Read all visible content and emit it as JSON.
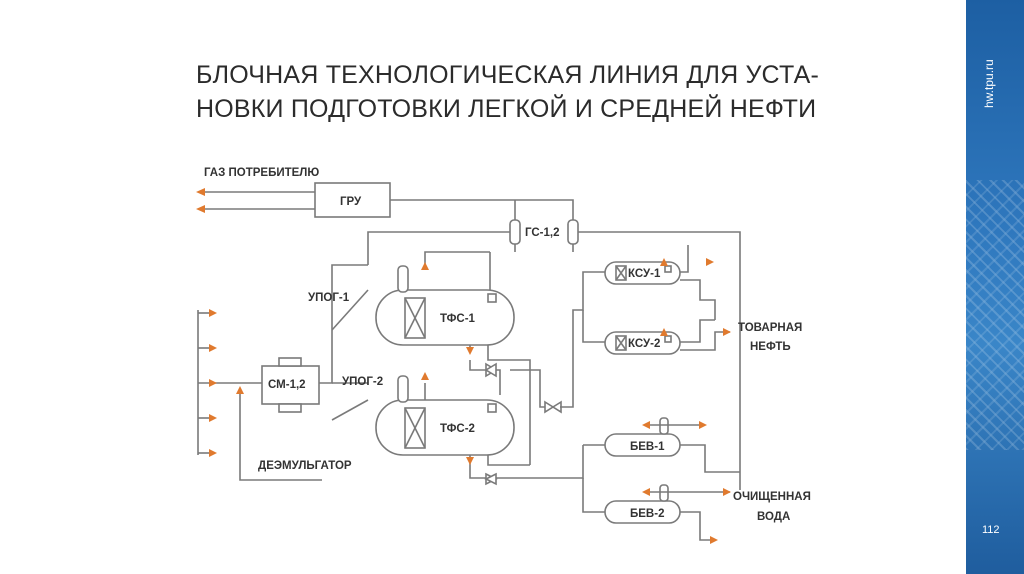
{
  "title": {
    "line1": "БЛОЧНАЯ ТЕХНОЛОГИЧЕСКАЯ ЛИНИЯ ДЛЯ УСТА-",
    "line2": "НОВКИ ПОДГОТОВКИ ЛЕГКОЙ И СРЕДНЕЙ НЕФТИ"
  },
  "sidebar": {
    "site": "hw.tpu.ru",
    "page_number": "112"
  },
  "diagram": {
    "gas_consumer": "ГАЗ ПОТРЕБИТЕЛЮ",
    "gru": "ГРУ",
    "gs": "ГС-1,2",
    "upog1": "УПОГ-1",
    "upog2": "УПОГ-2",
    "tfs1": "ТФС-1",
    "tfs2": "ТФС-2",
    "sm": "СМ-1,2",
    "ksu1": "КСУ-1",
    "ksu2": "КСУ-2",
    "bev1": "БЕВ-1",
    "bev2": "БЕВ-2",
    "commodity_oil_1": "ТОВАРНАЯ",
    "commodity_oil_2": "НЕФТЬ",
    "demulsifier": "ДЕЭМУЛЬГАТОР",
    "clean_water_1": "ОЧИЩЕННАЯ",
    "clean_water_2": "ВОДА"
  },
  "colors": {
    "line": "#7a7a7a",
    "arrow": "#e07a2e",
    "sidebar": "#2f78be"
  }
}
